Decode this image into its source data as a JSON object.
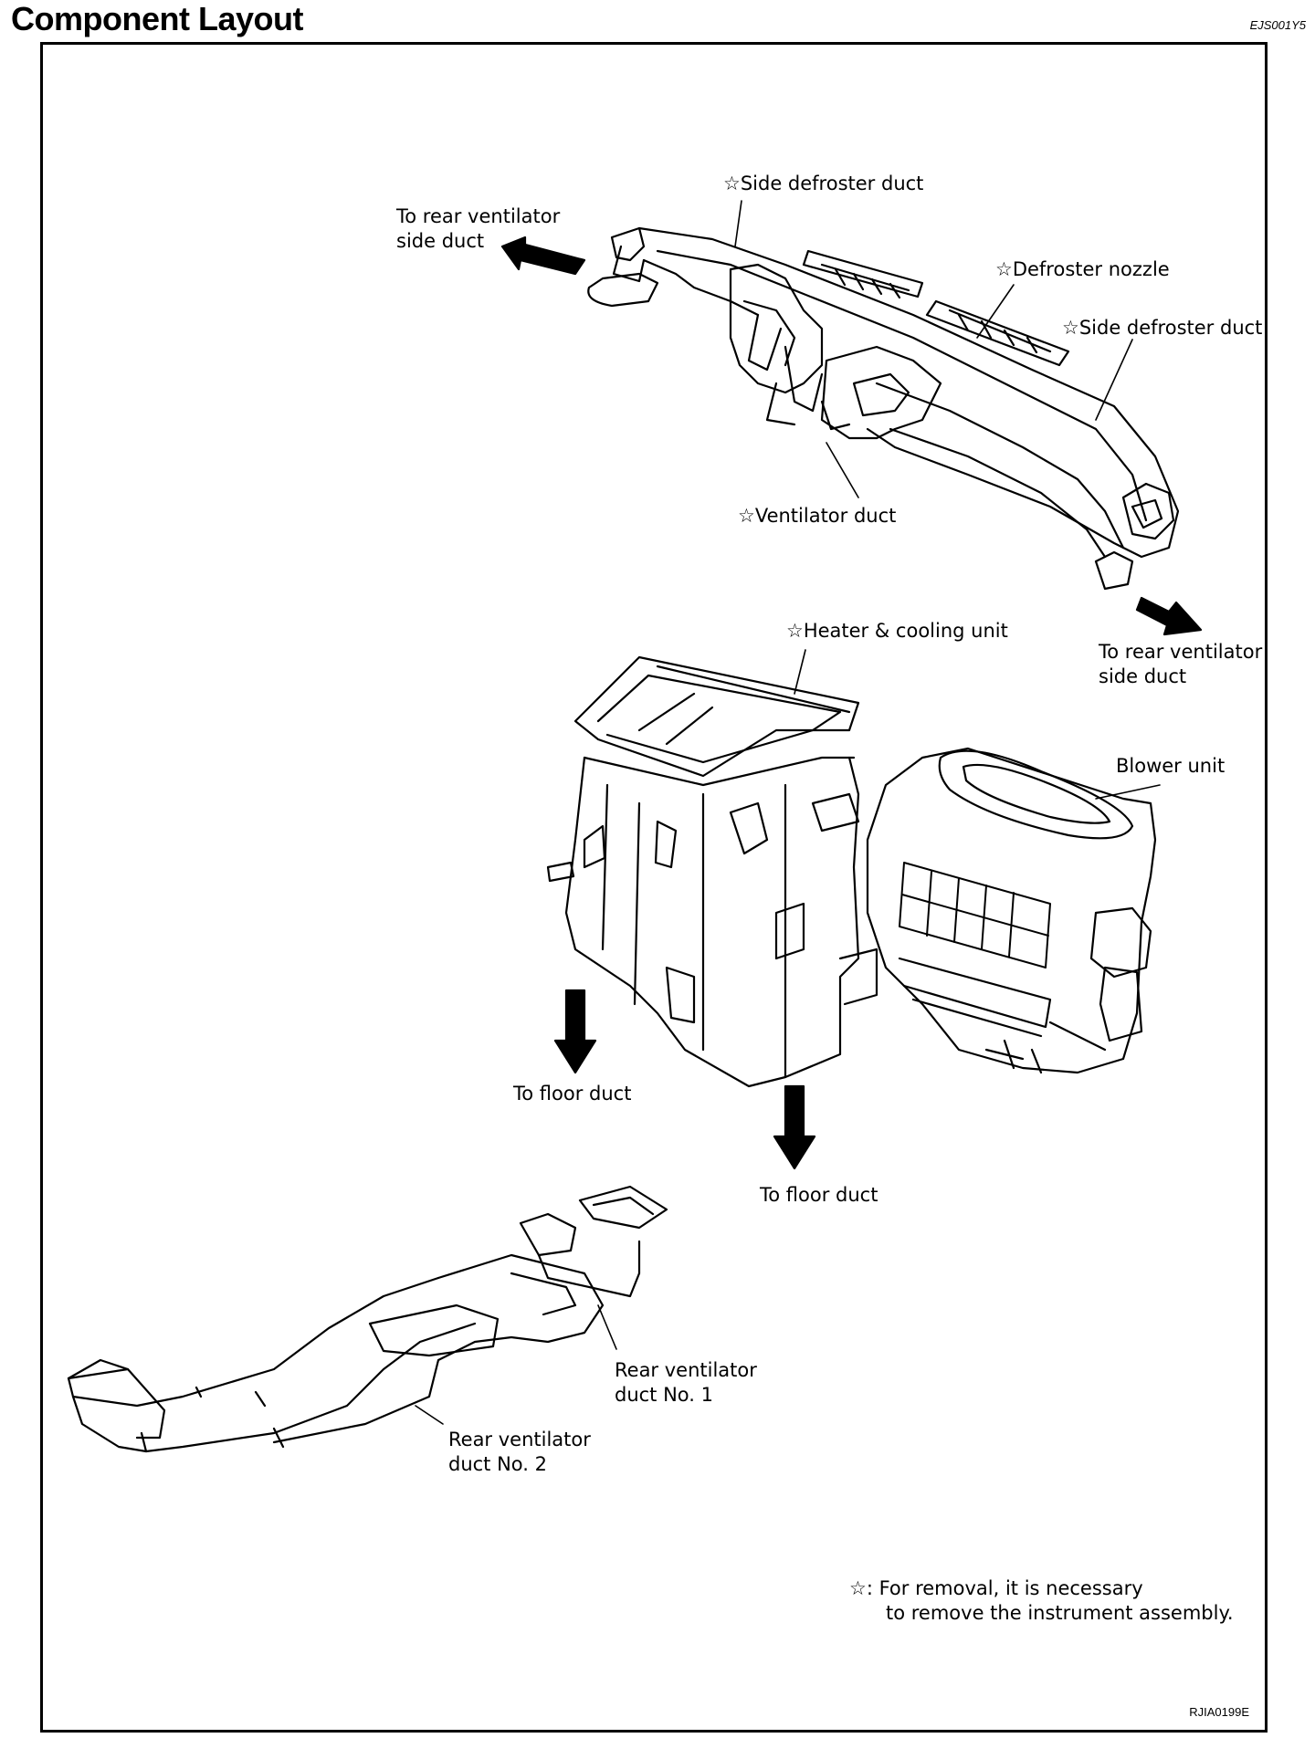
{
  "header": {
    "title": "Component Layout",
    "code": "EJS001Y5"
  },
  "labels": {
    "side_defroster_duct_top": "Side defroster duct",
    "to_rear_vent_side_duct_left_1": "To rear ventilator",
    "to_rear_vent_side_duct_left_2": "side duct",
    "defroster_nozzle": "Defroster nozzle",
    "side_defroster_duct_right": "Side defroster duct",
    "ventilator_duct": "Ventilator duct",
    "heater_cooling_unit": "Heater & cooling unit",
    "to_rear_vent_side_duct_right_1": "To rear ventilator",
    "to_rear_vent_side_duct_right_2": "side duct",
    "blower_unit": "Blower unit",
    "to_floor_duct_left": "To floor duct",
    "to_floor_duct_right": "To floor duct",
    "rear_vent_duct_1_a": "Rear ventilator",
    "rear_vent_duct_1_b": "duct No. 1",
    "rear_vent_duct_2_a": "Rear ventilator",
    "rear_vent_duct_2_b": "duct No. 2"
  },
  "note": {
    "symbol": "☆",
    "line1": ": For removal, it is necessary",
    "line2": "to remove the instrument assembly."
  },
  "figure_code": "RJIA0199E"
}
